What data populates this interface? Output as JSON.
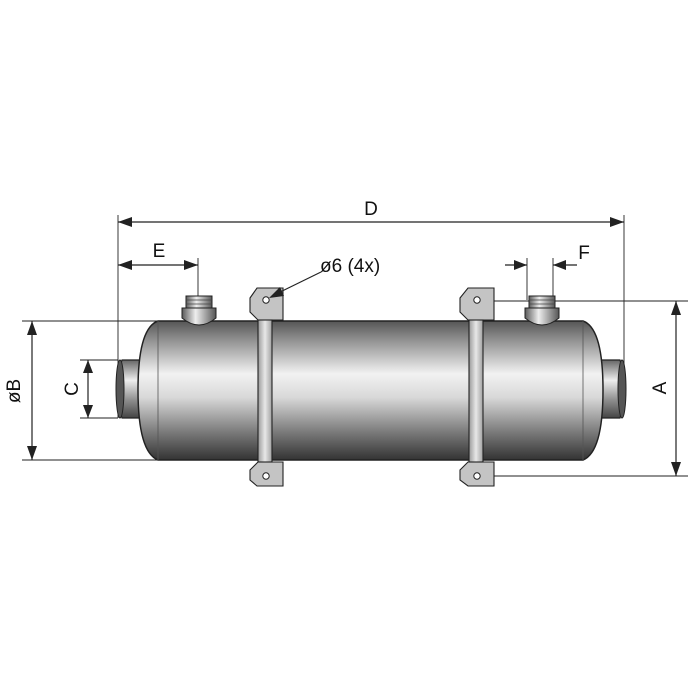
{
  "diagram": {
    "labels": {
      "length": "D",
      "inlet_offset": "E",
      "outlet_offset": "F",
      "mount_holes": "ø6 (4x)",
      "shell_diameter": "øB",
      "port_diameter": "C",
      "overall_height": "A"
    },
    "colors": {
      "line": "#222222",
      "shell_dark": "#3c3c3c",
      "shell_light": "#f4f4f4",
      "bracket": "#bcbcbc"
    }
  }
}
